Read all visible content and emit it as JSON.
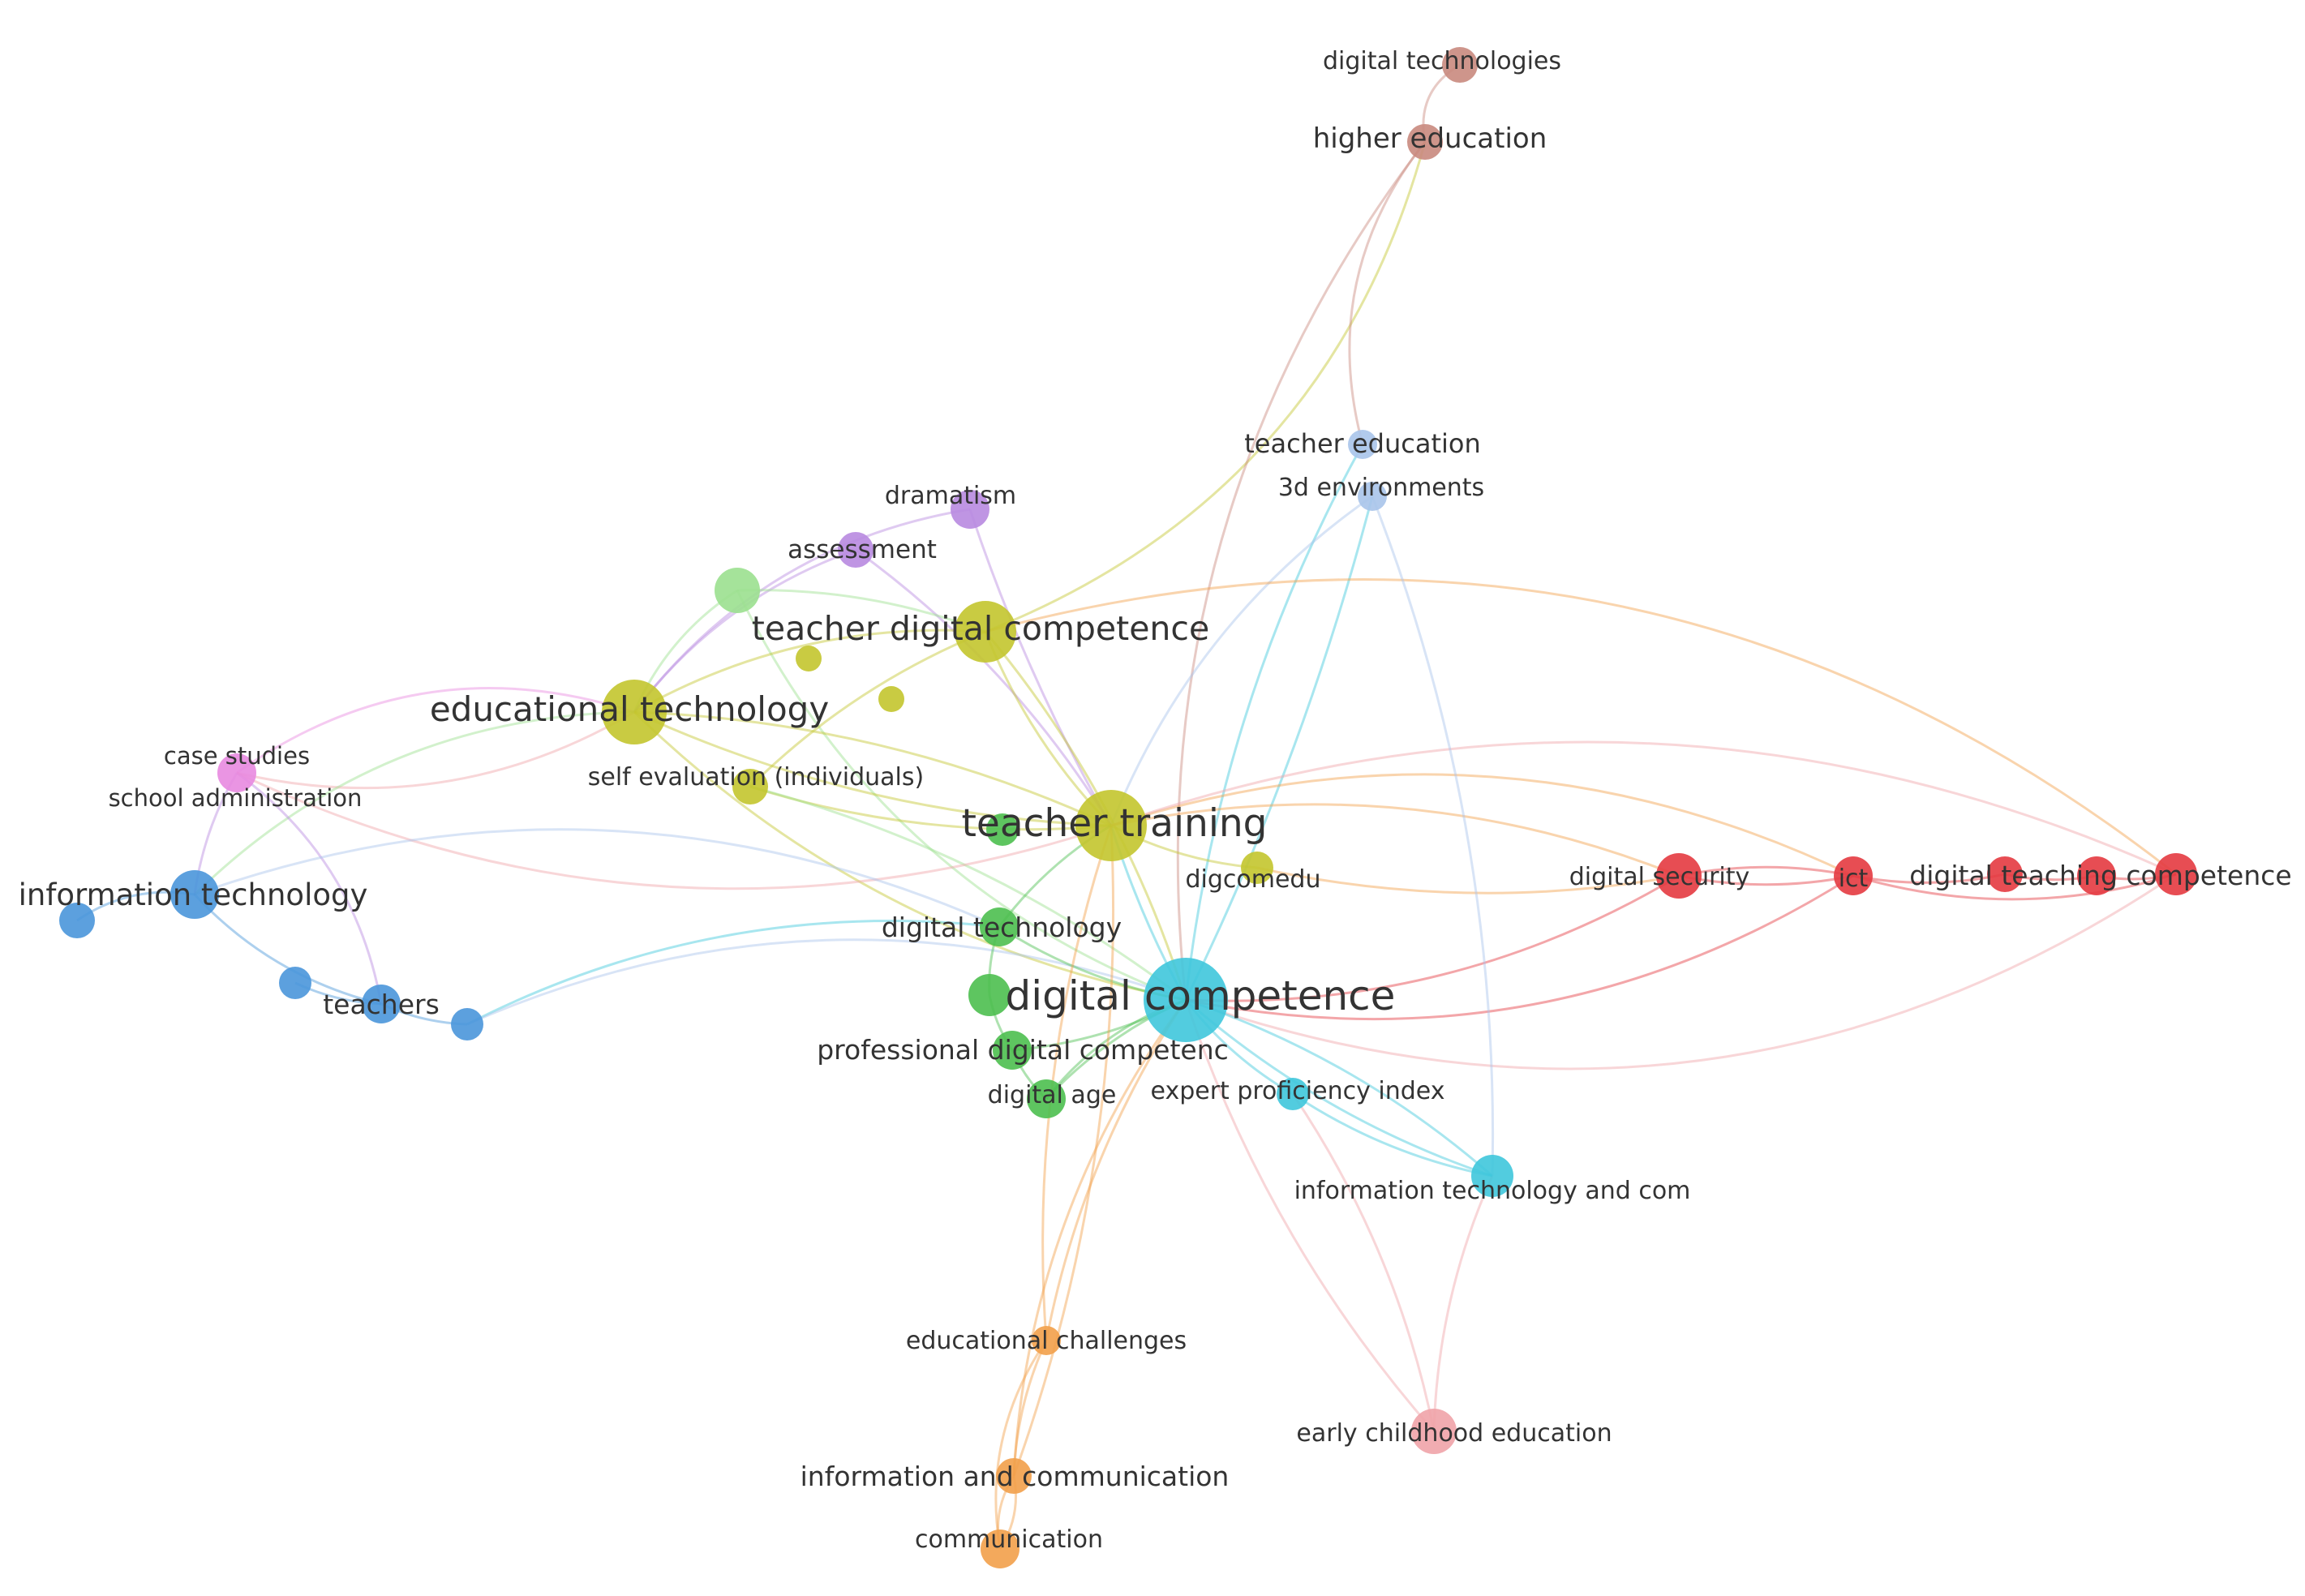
{
  "network": {
    "labels": {
      "digital_technologies": "digital technologies",
      "higher_education": "higher education",
      "teacher_education": "teacher education",
      "three_d_environments": "3d environments",
      "dramatism": "dramatism",
      "assessment": "assessment",
      "teacher_digital_competence": "teacher digital competence",
      "educational_technology": "educational technology",
      "case_studies": "case studies",
      "school_administration": "school administration",
      "self_evaluation": "self evaluation (individuals)",
      "teacher_training": "teacher training",
      "digcomedu": "digcomedu",
      "information_technology": "information technology",
      "digital_technology": "digital technology",
      "teachers": "teachers",
      "digital_competence": "digital competence",
      "professional_digital_competenc": "professional digital competenc",
      "digital_age": "digital age",
      "expert_proficiency_index": "expert proficiency index",
      "information_technology_and_com": "information technology and com",
      "digital_security": "digital security",
      "ict": "ict",
      "digital_teaching_competence": "digital teaching competence",
      "educational_challenges": "educational challenges",
      "early_childhood_education": "early childhood education",
      "information_and_communication": "information and communication",
      "communication": "communication"
    },
    "cluster_colors": {
      "brown": "#c98a7e",
      "light_blue": "#a9c4ea",
      "purple": "#b88ae0",
      "olive": "#c3c52e",
      "light_green": "#9be08f",
      "pink": "#e88ae0",
      "blue": "#4a96da",
      "green": "#4cbf4f",
      "cyan": "#3fc7dc",
      "red": "#e43a40",
      "orange": "#f2a04a",
      "salmon": "#f0a3a8"
    }
  }
}
